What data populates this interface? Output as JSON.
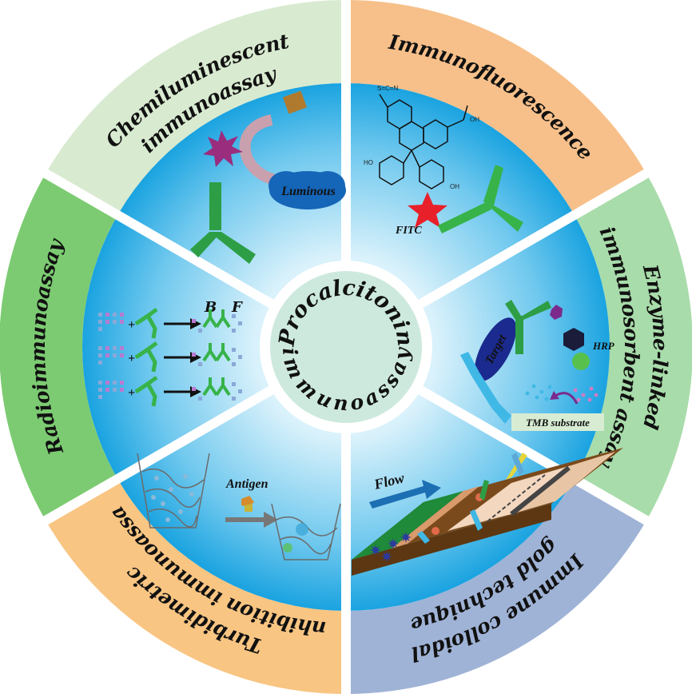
{
  "center": {
    "line1": "Procalcitonin",
    "line2": "immunoassay"
  },
  "sectors": [
    {
      "id": "chemiluminescent",
      "lines": [
        "Chemiluminescent",
        "immunoassay"
      ],
      "color": "#d8ead0"
    },
    {
      "id": "immunofluorescence",
      "lines": [
        "Immunofluorescence"
      ],
      "color": "#f7c08a"
    },
    {
      "id": "elisa",
      "lines": [
        "Enzyme-linked",
        "immunosorbent assay"
      ],
      "color": "#a8dcaa"
    },
    {
      "id": "colloidal-gold",
      "lines": [
        "Immune colloidal",
        "gold technique"
      ],
      "color": "#9fb3d6"
    },
    {
      "id": "turbidimetric",
      "lines": [
        "Turbidimetric",
        "inhibition immunoassay"
      ],
      "color": "#f8c582"
    },
    {
      "id": "radioimmunoassay",
      "lines": [
        "Radioimmunoassay"
      ],
      "color": "#7ccb72"
    }
  ],
  "labels": {
    "luminous": "Luminous",
    "fitc": "FITC",
    "b": "B",
    "f": "F",
    "target": "Target",
    "hrp": "HRP",
    "tmb": "TMB substrate",
    "flow": "Flow",
    "antigen": "Antigen",
    "chem_scn": "S=C=N",
    "chem_oh": "OH",
    "chem_ho": "HO",
    "chem_oh2": "OH",
    "plus": "+"
  }
}
